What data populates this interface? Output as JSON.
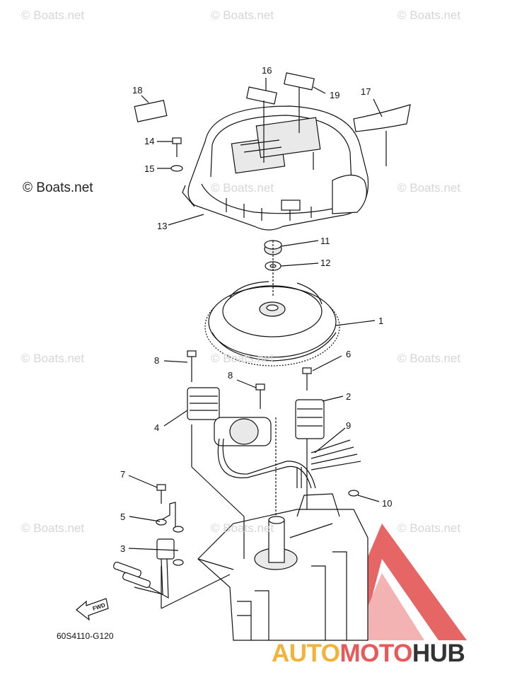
{
  "watermarks": {
    "text": "© Boats.net",
    "prominent": "© Boats.net"
  },
  "callouts": [
    "1",
    "2",
    "3",
    "4",
    "5",
    "6",
    "7",
    "8",
    "8",
    "9",
    "10",
    "11",
    "12",
    "13",
    "14",
    "15",
    "16",
    "17",
    "18",
    "19"
  ],
  "drawing_code": "60S4110-G120",
  "fwd_label": "FWD",
  "brand": {
    "part1": "AUTO",
    "part2": "MOTO",
    "part3": "HUB"
  },
  "colors": {
    "line": "#111111",
    "watermark": "#d6d6d6",
    "brand_gold": "#f2b33a",
    "brand_red": "#e85a5a",
    "brand_dark": "#333333",
    "logo_red": "#e24b4b"
  }
}
